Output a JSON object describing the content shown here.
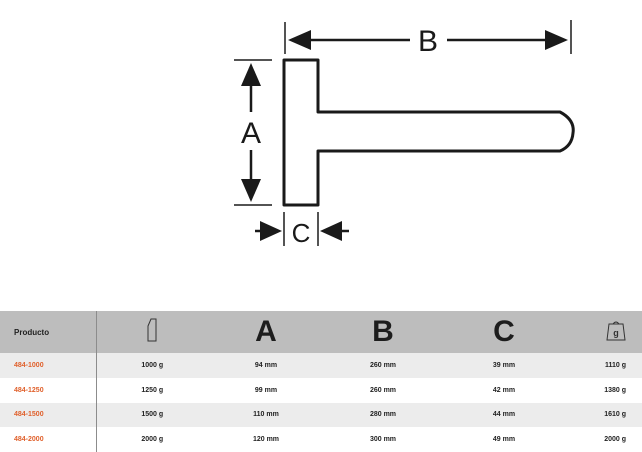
{
  "diagram": {
    "label_a": "A",
    "label_b": "B",
    "label_c": "C"
  },
  "table": {
    "header_product": "Producto",
    "header_a": "A",
    "header_b": "B",
    "header_c": "C",
    "header_weight_unit": "g",
    "rows": [
      {
        "code": "484-1000",
        "head_weight": "1000 g",
        "a": "94 mm",
        "b": "260 mm",
        "c": "39 mm",
        "weight": "1110 g"
      },
      {
        "code": "484-1250",
        "head_weight": "1250 g",
        "a": "99 mm",
        "b": "260 mm",
        "c": "42 mm",
        "weight": "1380 g"
      },
      {
        "code": "484-1500",
        "head_weight": "1500 g",
        "a": "110 mm",
        "b": "280 mm",
        "c": "44 mm",
        "weight": "1610 g"
      },
      {
        "code": "484-2000",
        "head_weight": "2000 g",
        "a": "120 mm",
        "b": "300 mm",
        "c": "49 mm",
        "weight": "2000 g"
      }
    ]
  },
  "colors": {
    "code_text": "#e0602b",
    "header_bg": "#bdbdbd",
    "row_alt_bg": "#ececec"
  }
}
